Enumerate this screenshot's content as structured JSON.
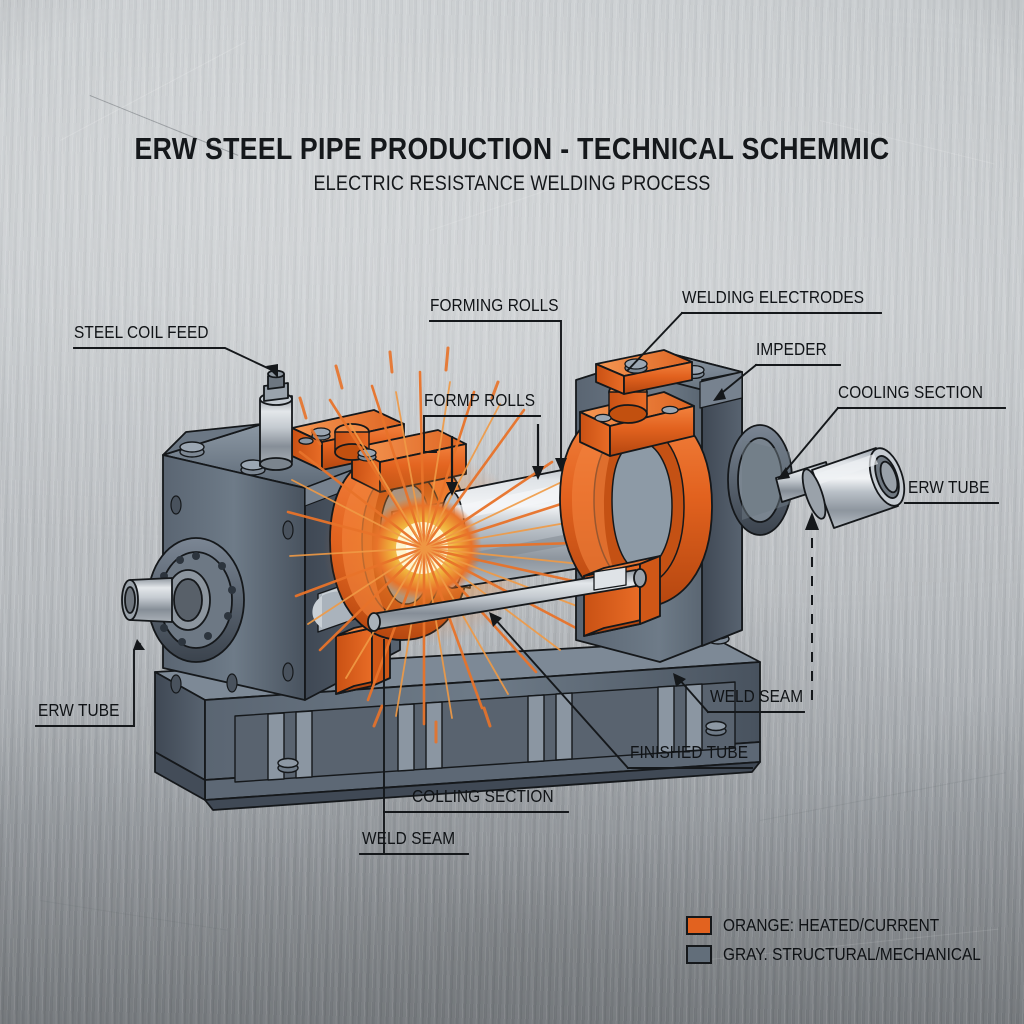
{
  "header": {
    "title": "ERW STEEL PIPE PRODUCTION - TECHNICAL SCHEMMIC",
    "subtitle": "ELECTRIC RESISTANCE WELDING PROCESS"
  },
  "labels": {
    "steel_coil_feed": "STEEL COIL FEED",
    "forming_rolls": "FORMING ROLLS",
    "formp_rolls": "FORMP ROLLS",
    "welding_electrodes": "WELDING ELECTRODES",
    "impeder": "IMPEDER",
    "cooling_section_right": "COOLING SECTION",
    "erw_tube_right": "ERW TUBE",
    "erw_tube_left": "ERW TUBE",
    "weld_seam_right": "WELD SEAM",
    "finished_tube": "FINISHED TUBE",
    "cooling_section_bottom": "COLLING SECTION",
    "weld_seam_bottom": "WELD SEAM"
  },
  "legend": {
    "items": [
      {
        "swatch": "#e2621f",
        "text": "ORANGE: HEATED/CURRENT"
      },
      {
        "swatch": "#626e7a",
        "text": "GRAY. STRUCTURAL/MECHANICAL"
      }
    ]
  },
  "colors": {
    "background": "#b9bdc0",
    "orange": "#e2621f",
    "orange_light": "#f07a34",
    "orange_dark": "#a8400f",
    "steel_gray": "#626e7a",
    "steel_dark": "#3c454f",
    "steel_light": "#8d98a3",
    "tube_silver": "#c9ced3",
    "spark_core": "#f6e487",
    "spark_ray": "#e8732a",
    "outline": "#15181b",
    "text": "#101316"
  }
}
